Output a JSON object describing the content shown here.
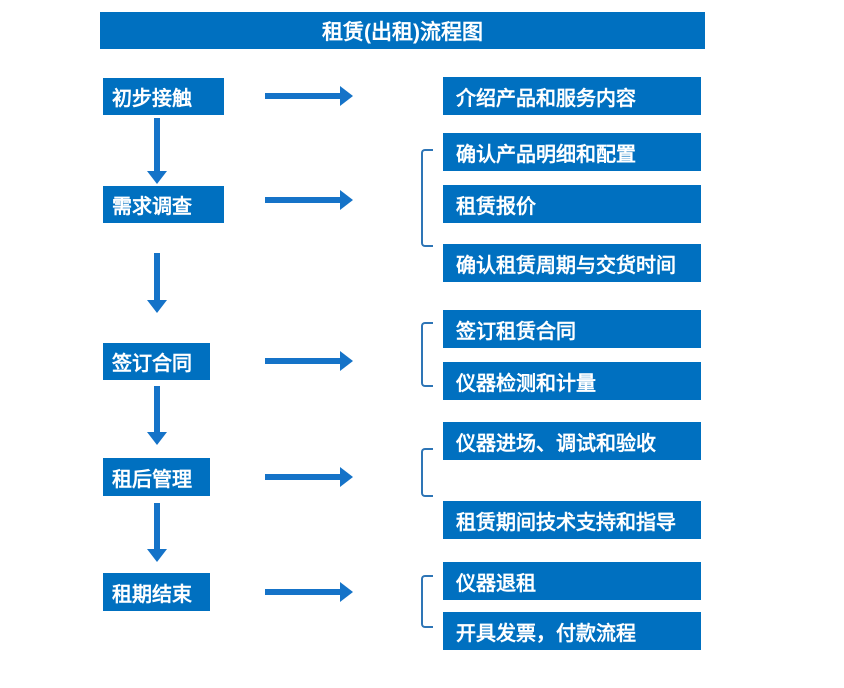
{
  "title": "租赁(出租)流程图",
  "colors": {
    "box_blue": "#0070C0",
    "arrow_blue": "#1573C8",
    "bracket_blue": "#2E75B6",
    "text": "#FFFFFF",
    "background": "#FFFFFF"
  },
  "chart_type": "flowchart",
  "steps": [
    {
      "label": "初步接触",
      "details": [
        "介绍产品和服务内容"
      ]
    },
    {
      "label": "需求调查",
      "details": [
        "确认产品明细和配置",
        "租赁报价",
        "确认租赁周期与交货时间"
      ]
    },
    {
      "label": "签订合同",
      "details": [
        "签订租赁合同",
        "仪器检测和计量"
      ]
    },
    {
      "label": "租后管理",
      "details": [
        "仪器进场、调试和验收",
        "租赁期间技术支持和指导"
      ]
    },
    {
      "label": "租期结束",
      "details": [
        "仪器退租",
        "开具发票，付款流程"
      ]
    }
  ]
}
